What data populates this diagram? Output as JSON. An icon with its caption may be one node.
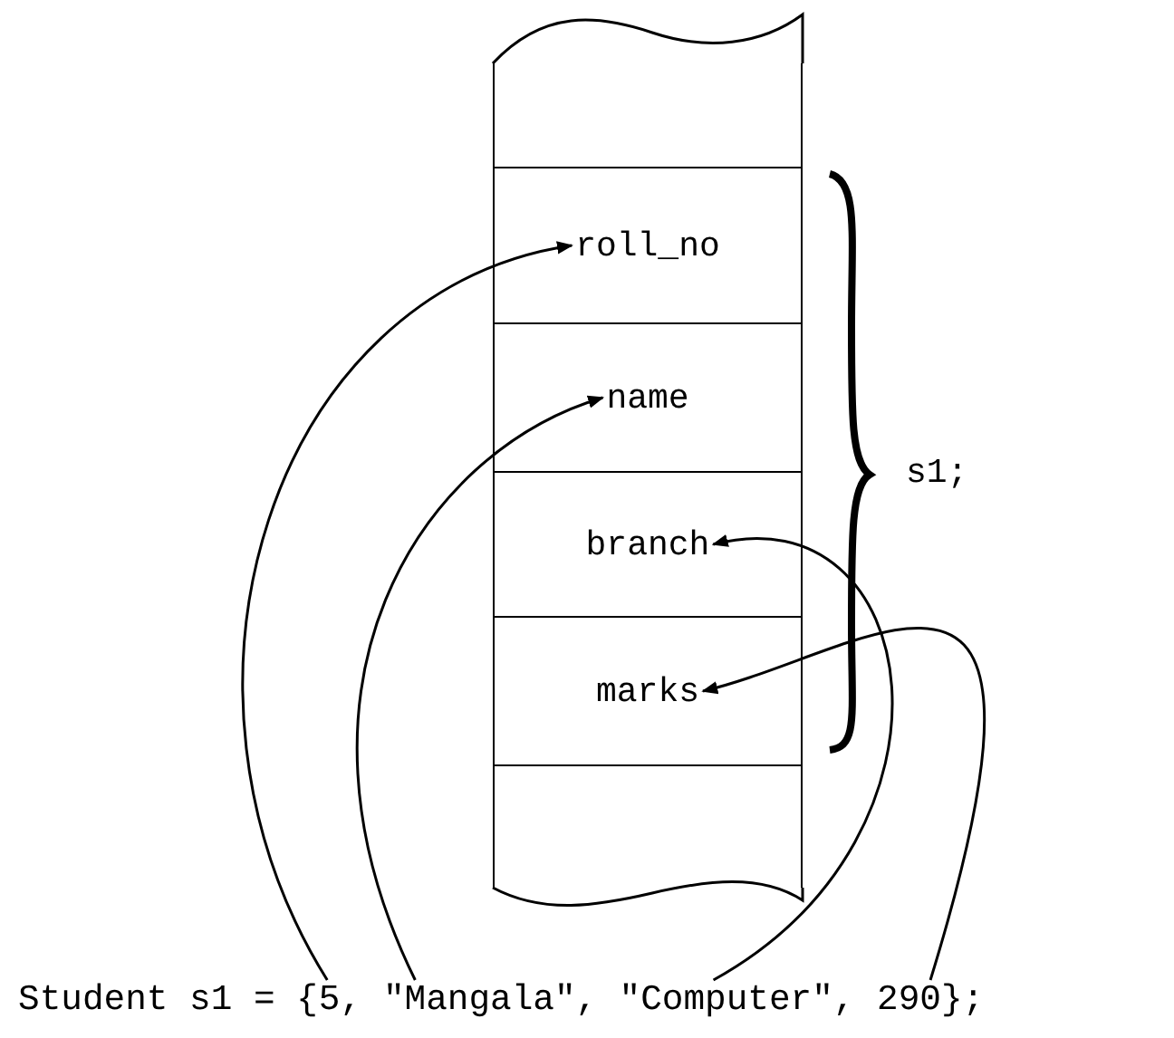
{
  "diagram": {
    "nodes": [
      {
        "text": [],
        "shape": "box"
      },
      {
        "text": [
          "roll_no"
        ]
      },
      {
        "text": [
          "name"
        ]
      },
      {
        "text": [
          "branch"
        ]
      },
      {
        "text": [
          "marks"
        ]
      },
      {
        "text": [],
        "shape": "box"
      },
      {
        "text": [
          "5,"
        ]
      },
      {
        "text": [
          "\"Mangala\","
        ]
      },
      {
        "text": [
          "\"Computer\","
        ]
      },
      {
        "text": [
          "290};"
        ]
      }
    ],
    "edges": [
      {
        "from": 6,
        "to": 1,
        "arrow": "to"
      },
      {
        "from": 7,
        "to": 2,
        "arrow": "to"
      },
      {
        "from": 8,
        "to": 3,
        "arrow": "to"
      },
      {
        "from": 9,
        "to": 4,
        "arrow": "to"
      }
    ],
    "labels": [
      "s1;",
      "Student s1 = {"
    ]
  }
}
